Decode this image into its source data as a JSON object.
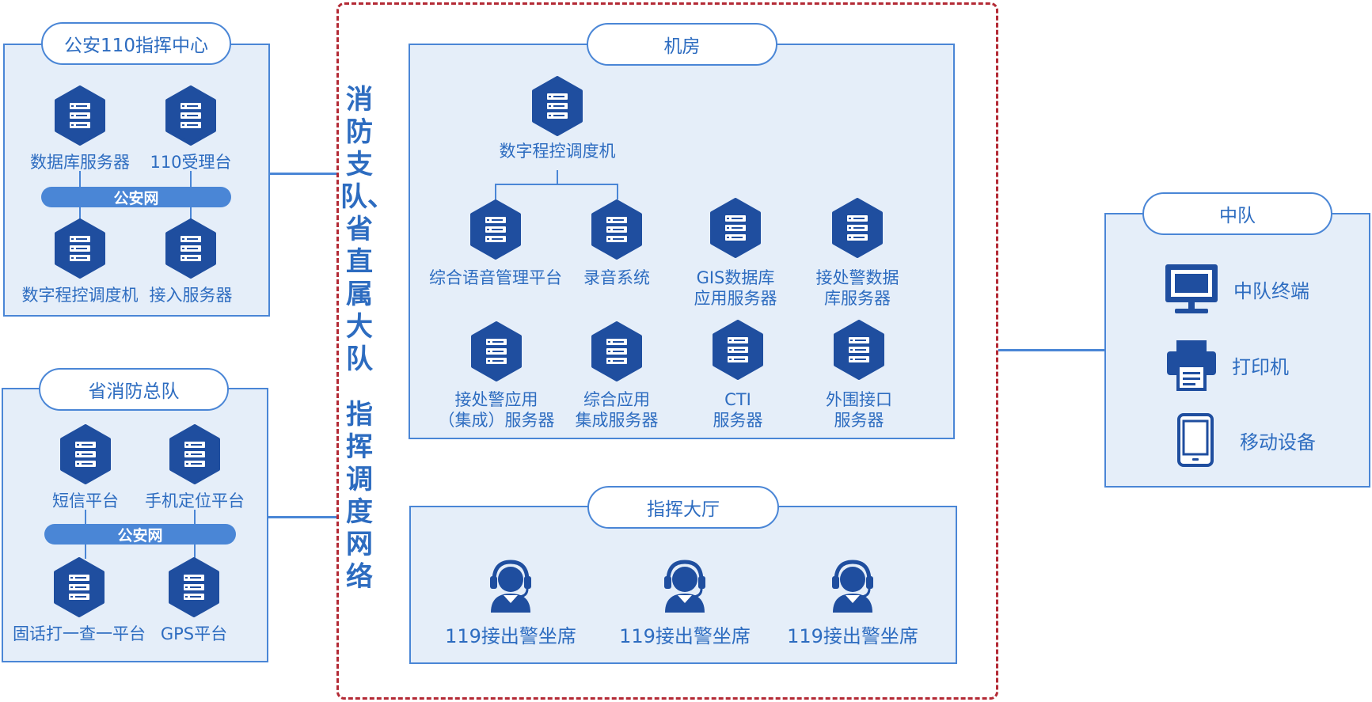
{
  "police_center": {
    "title": "公安110指挥中心",
    "network": "公安网",
    "top": [
      "数据库服务器",
      "110受理台"
    ],
    "bottom": [
      "数字程控调度机",
      "接入服务器"
    ]
  },
  "provincial": {
    "title": "省消防总队",
    "network": "公安网",
    "top": [
      "短信平台",
      "手机定位平台"
    ],
    "bottom": [
      "固话打一查一平台",
      "GPS平台"
    ]
  },
  "center_label": {
    "part1": [
      "消",
      "防",
      "支",
      "队、",
      "省",
      "直",
      "属",
      "大",
      "队"
    ],
    "part2": [
      "指",
      "挥",
      "调",
      "度",
      "网",
      "络"
    ]
  },
  "machine_room": {
    "title": "机房",
    "switch": "数字程控调度机",
    "row1": [
      {
        "l1": "综合语音管理平台",
        "l2": ""
      },
      {
        "l1": "录音系统",
        "l2": ""
      },
      {
        "l1": "GIS数据库",
        "l2": "应用服务器"
      },
      {
        "l1": "接处警数据",
        "l2": "库服务器"
      }
    ],
    "row2": [
      {
        "l1": "接处警应用",
        "l2": "（集成）服务器"
      },
      {
        "l1": "综合应用",
        "l2": "集成服务器"
      },
      {
        "l1": "CTI",
        "l2": "服务器"
      },
      {
        "l1": "外围接口",
        "l2": "服务器"
      }
    ]
  },
  "command_hall": {
    "title": "指挥大厅",
    "seats": [
      "119接出警坐席",
      "119接出警坐席",
      "119接出警坐席"
    ]
  },
  "squadron": {
    "title": "中队",
    "devices": [
      {
        "label": "中队终端",
        "icon": "monitor-icon"
      },
      {
        "label": "打印机",
        "icon": "printer-icon"
      },
      {
        "label": "移动设备",
        "icon": "mobile-phone-icon"
      }
    ]
  },
  "colors": {
    "primary": "#2d6cc0",
    "border": "#4a86d6",
    "panel_fill": "#e5eef9",
    "icon_fill": "#1f4e9f",
    "dashed_border": "#b32a35"
  }
}
